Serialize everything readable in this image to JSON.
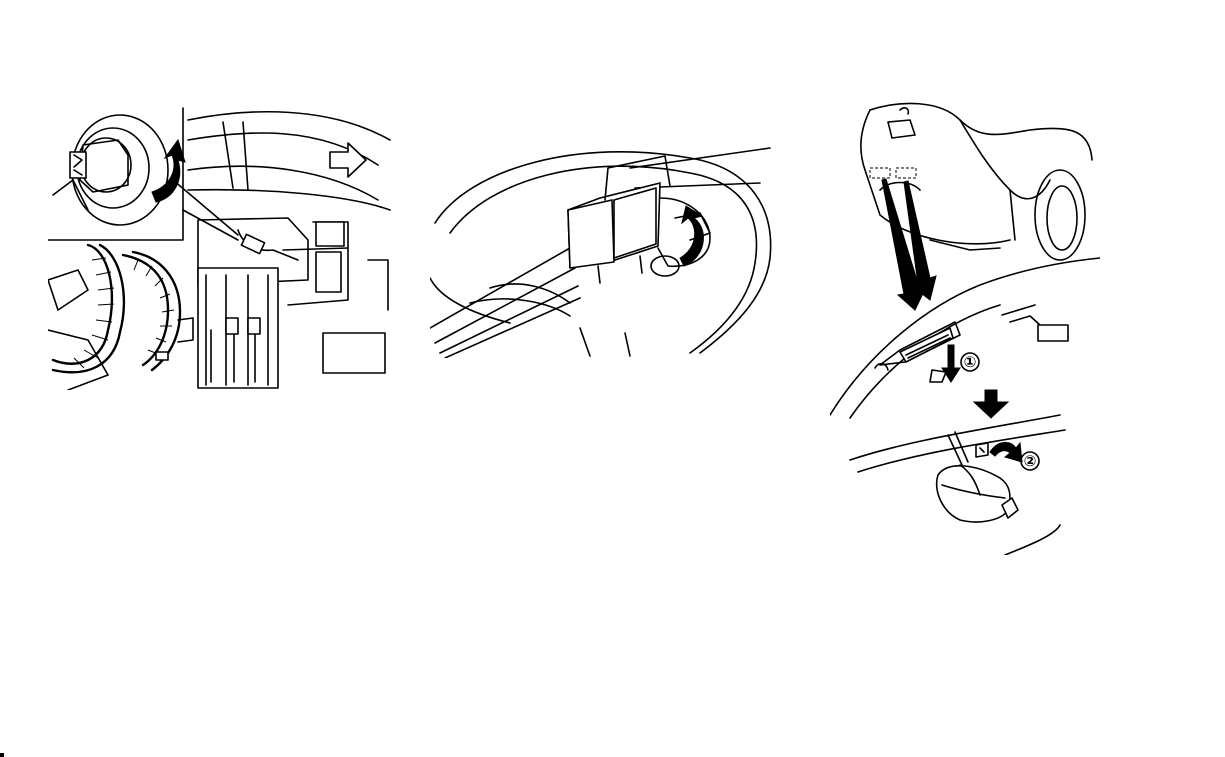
{
  "figure": {
    "panels": [
      {
        "id": "left",
        "icon": "bulb-socket-rotate-arrow"
      },
      {
        "id": "mid",
        "icon": "connector-rotate-arrow"
      },
      {
        "id": "right",
        "icon": "license-plate-lamp-removal"
      }
    ],
    "steps": {
      "step1": "①",
      "step2": "②"
    }
  }
}
